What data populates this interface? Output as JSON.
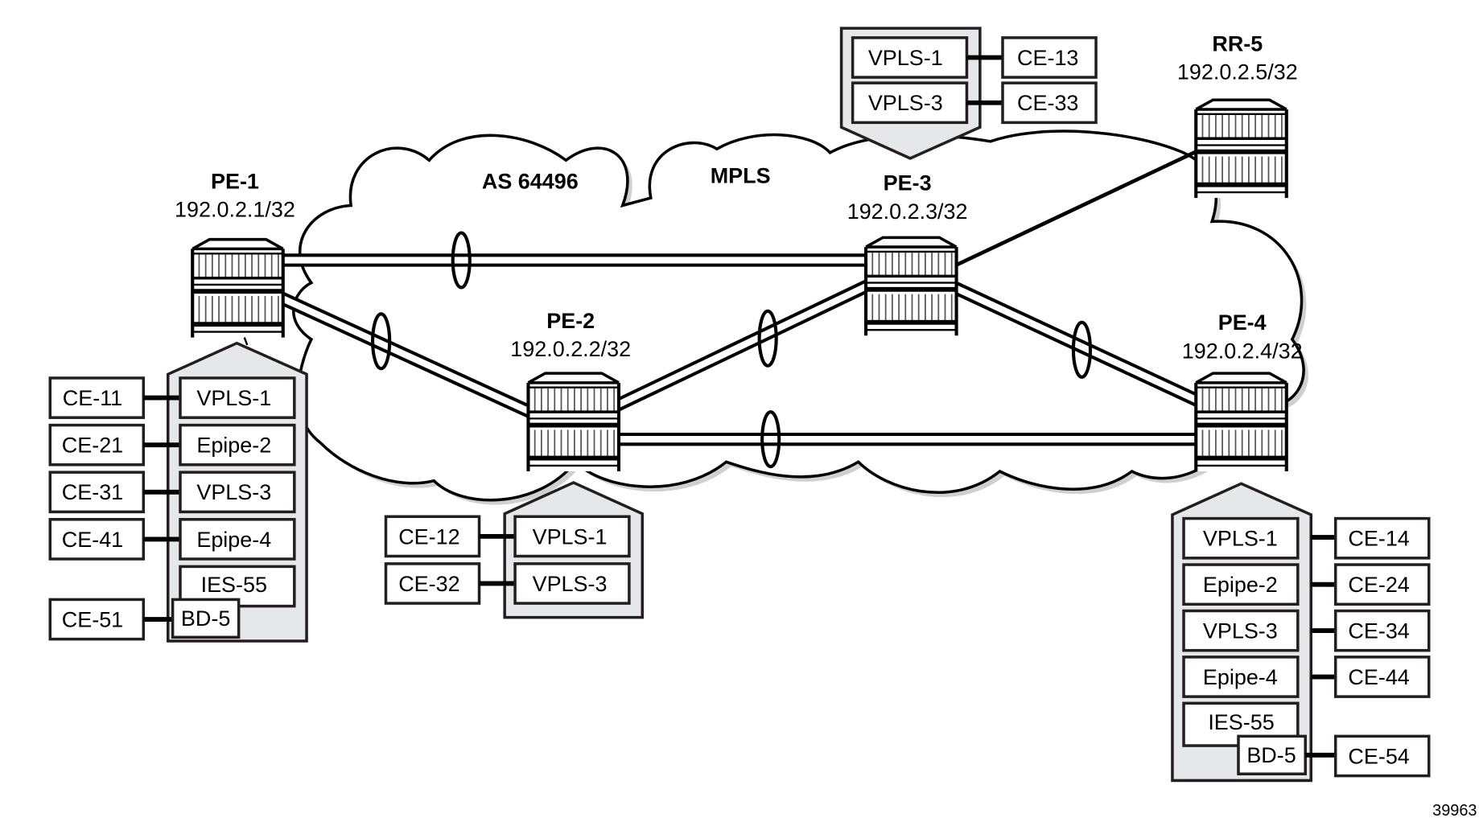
{
  "figure_id": "39963",
  "clouds": {
    "as_label": "AS 64496",
    "mpls_label": "MPLS"
  },
  "routers": [
    {
      "id": "pe1",
      "name": "PE-1",
      "ip": "192.0.2.1/32"
    },
    {
      "id": "pe2",
      "name": "PE-2",
      "ip": "192.0.2.2/32"
    },
    {
      "id": "pe3",
      "name": "PE-3",
      "ip": "192.0.2.3/32"
    },
    {
      "id": "pe4",
      "name": "PE-4",
      "ip": "192.0.2.4/32"
    },
    {
      "id": "rr5",
      "name": "RR-5",
      "ip": "192.0.2.5/32"
    }
  ],
  "links": [
    {
      "from": "PE-1",
      "to": "PE-3",
      "type": "tunnel"
    },
    {
      "from": "PE-1",
      "to": "PE-2",
      "type": "tunnel"
    },
    {
      "from": "PE-2",
      "to": "PE-3",
      "type": "tunnel"
    },
    {
      "from": "PE-2",
      "to": "PE-4",
      "type": "tunnel"
    },
    {
      "from": "PE-3",
      "to": "PE-4",
      "type": "tunnel"
    },
    {
      "from": "PE-3",
      "to": "RR-5",
      "type": "single"
    }
  ],
  "services": {
    "pe1": [
      {
        "service": "VPLS-1",
        "ce": "CE-11"
      },
      {
        "service": "Epipe-2",
        "ce": "CE-21"
      },
      {
        "service": "VPLS-3",
        "ce": "CE-31"
      },
      {
        "service": "Epipe-4",
        "ce": "CE-41"
      },
      {
        "service": "IES-55",
        "ce": ""
      },
      {
        "service": "BD-5",
        "ce": "CE-51"
      }
    ],
    "pe2": [
      {
        "service": "VPLS-1",
        "ce": "CE-12"
      },
      {
        "service": "VPLS-3",
        "ce": "CE-32"
      }
    ],
    "pe3": [
      {
        "service": "VPLS-1",
        "ce": "CE-13"
      },
      {
        "service": "VPLS-3",
        "ce": "CE-33"
      }
    ],
    "pe4": [
      {
        "service": "VPLS-1",
        "ce": "CE-14"
      },
      {
        "service": "Epipe-2",
        "ce": "CE-24"
      },
      {
        "service": "VPLS-3",
        "ce": "CE-34"
      },
      {
        "service": "Epipe-4",
        "ce": "CE-44"
      },
      {
        "service": "IES-55",
        "ce": ""
      },
      {
        "service": "BD-5",
        "ce": "CE-54"
      }
    ]
  }
}
